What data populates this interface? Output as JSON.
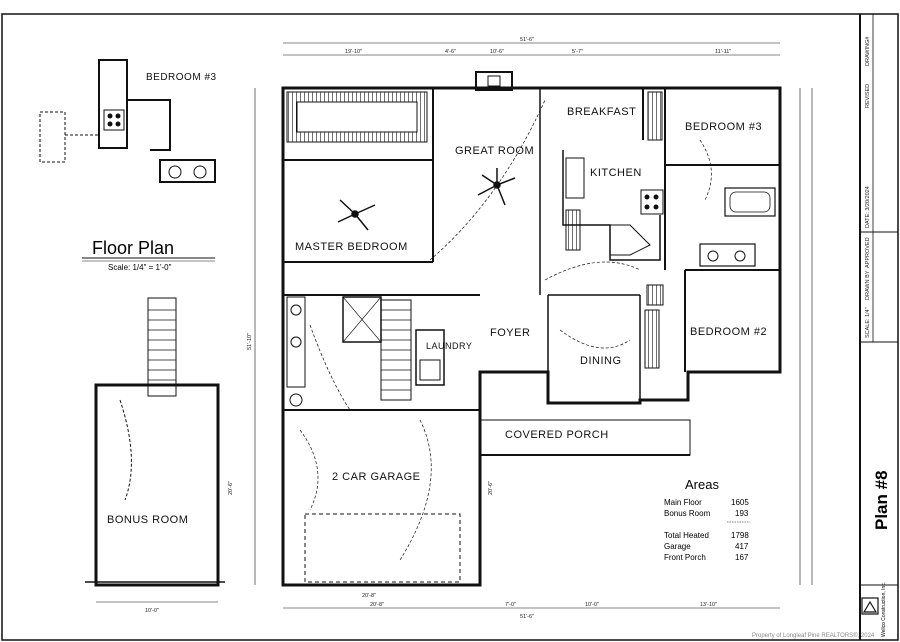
{
  "title": "Floor Plan",
  "scale": "Scale: 1/4\" = 1'-0\"",
  "plan_number": "Plan #8",
  "rooms": {
    "master_bedroom": "MASTER BEDROOM",
    "great_room": "GREAT ROOM",
    "breakfast": "BREAKFAST",
    "kitchen": "KITCHEN",
    "bedroom3": "BEDROOM #3",
    "bedroom2": "BEDROOM #2",
    "foyer": "FOYER",
    "laundry": "LAUNDRY",
    "dining": "DINING",
    "covered_porch": "COVERED PORCH",
    "garage": "2 CAR GARAGE",
    "bonus_room": "BONUS ROOM",
    "inset_bedroom3": "BEDROOM #3"
  },
  "areas": {
    "heading": "Areas",
    "rows": [
      {
        "label": "Main Floor",
        "value": "1605"
      },
      {
        "label": "Bonus Room",
        "value": "193"
      },
      {
        "label": "Total Heated",
        "value": "1798"
      },
      {
        "label": "Garage",
        "value": "417"
      },
      {
        "label": "Front Porch",
        "value": "167"
      }
    ]
  },
  "title_block": {
    "date": "DATE: 3/20/2024",
    "revised": "REVISED",
    "drawing": "DRAWING#",
    "scale": "SCALE: 1/4\"",
    "drawn_by": "DRAWN BY",
    "approved": "APPROVED",
    "company": "Wellco Construction, Inc."
  },
  "dimensions": {
    "overall_top": "51'-6\"",
    "overall_bottom": "51'-6\"",
    "seg_top_1": "19'-10\"",
    "seg_top_2": "4'-6\"",
    "seg_top_3": "10'-6\"",
    "seg_top_4": "5'-7\"",
    "seg_top_5": "11'-11\"",
    "bottom_1": "20'-8\"",
    "bottom_2": "7'-0\"",
    "bottom_3": "10'-0\"",
    "bottom_4": "13'-10\"",
    "left_total": "51'-10\"",
    "bonus_width": "10'-0\"",
    "bonus_height": "20'-6\"",
    "garage_depth": "20'-6\"",
    "garage_width": "20'-8\""
  },
  "watermark": "Property of Longleaf Pine REALTORS®, 2024"
}
